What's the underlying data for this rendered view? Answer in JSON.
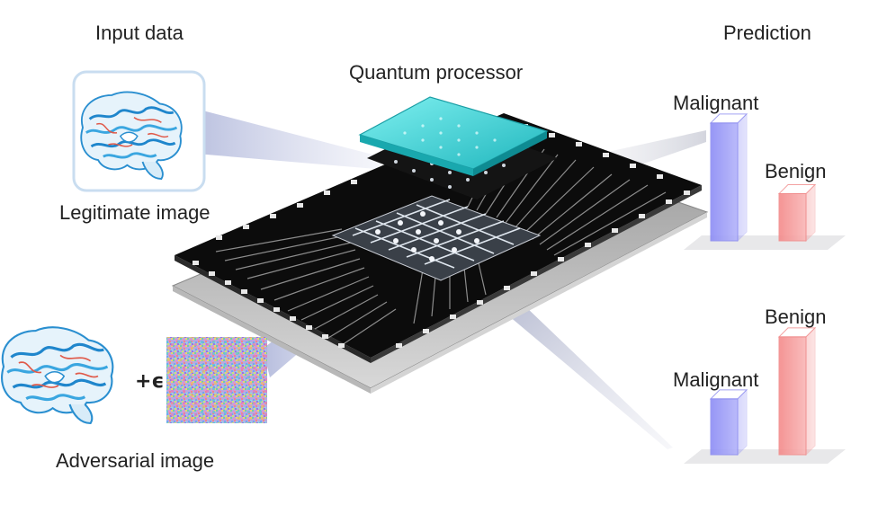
{
  "labels": {
    "input_data": "Input data",
    "prediction": "Prediction",
    "quantum_processor": "Quantum processor",
    "legitimate_image": "Legitimate image",
    "adversarial_image": "Adversarial image",
    "perturbation": "+ϵ"
  },
  "predictions": {
    "legitimate": {
      "malignant": {
        "label": "Malignant",
        "level": 0.95
      },
      "benign": {
        "label": "Benign",
        "level": 0.38
      }
    },
    "adversarial": {
      "malignant": {
        "label": "Malignant",
        "level": 0.45
      },
      "benign": {
        "label": "Benign",
        "level": 0.95
      }
    }
  },
  "colors": {
    "malignant": "#8f8ff5",
    "benign": "#f59090",
    "chip_board": "#0c0c0c",
    "processor_cap": "#39d0d4",
    "brain_blue": "#2a9ad8"
  },
  "icons": [
    "brain-scan-icon",
    "noise-pattern-icon",
    "quantum-chip-icon"
  ]
}
